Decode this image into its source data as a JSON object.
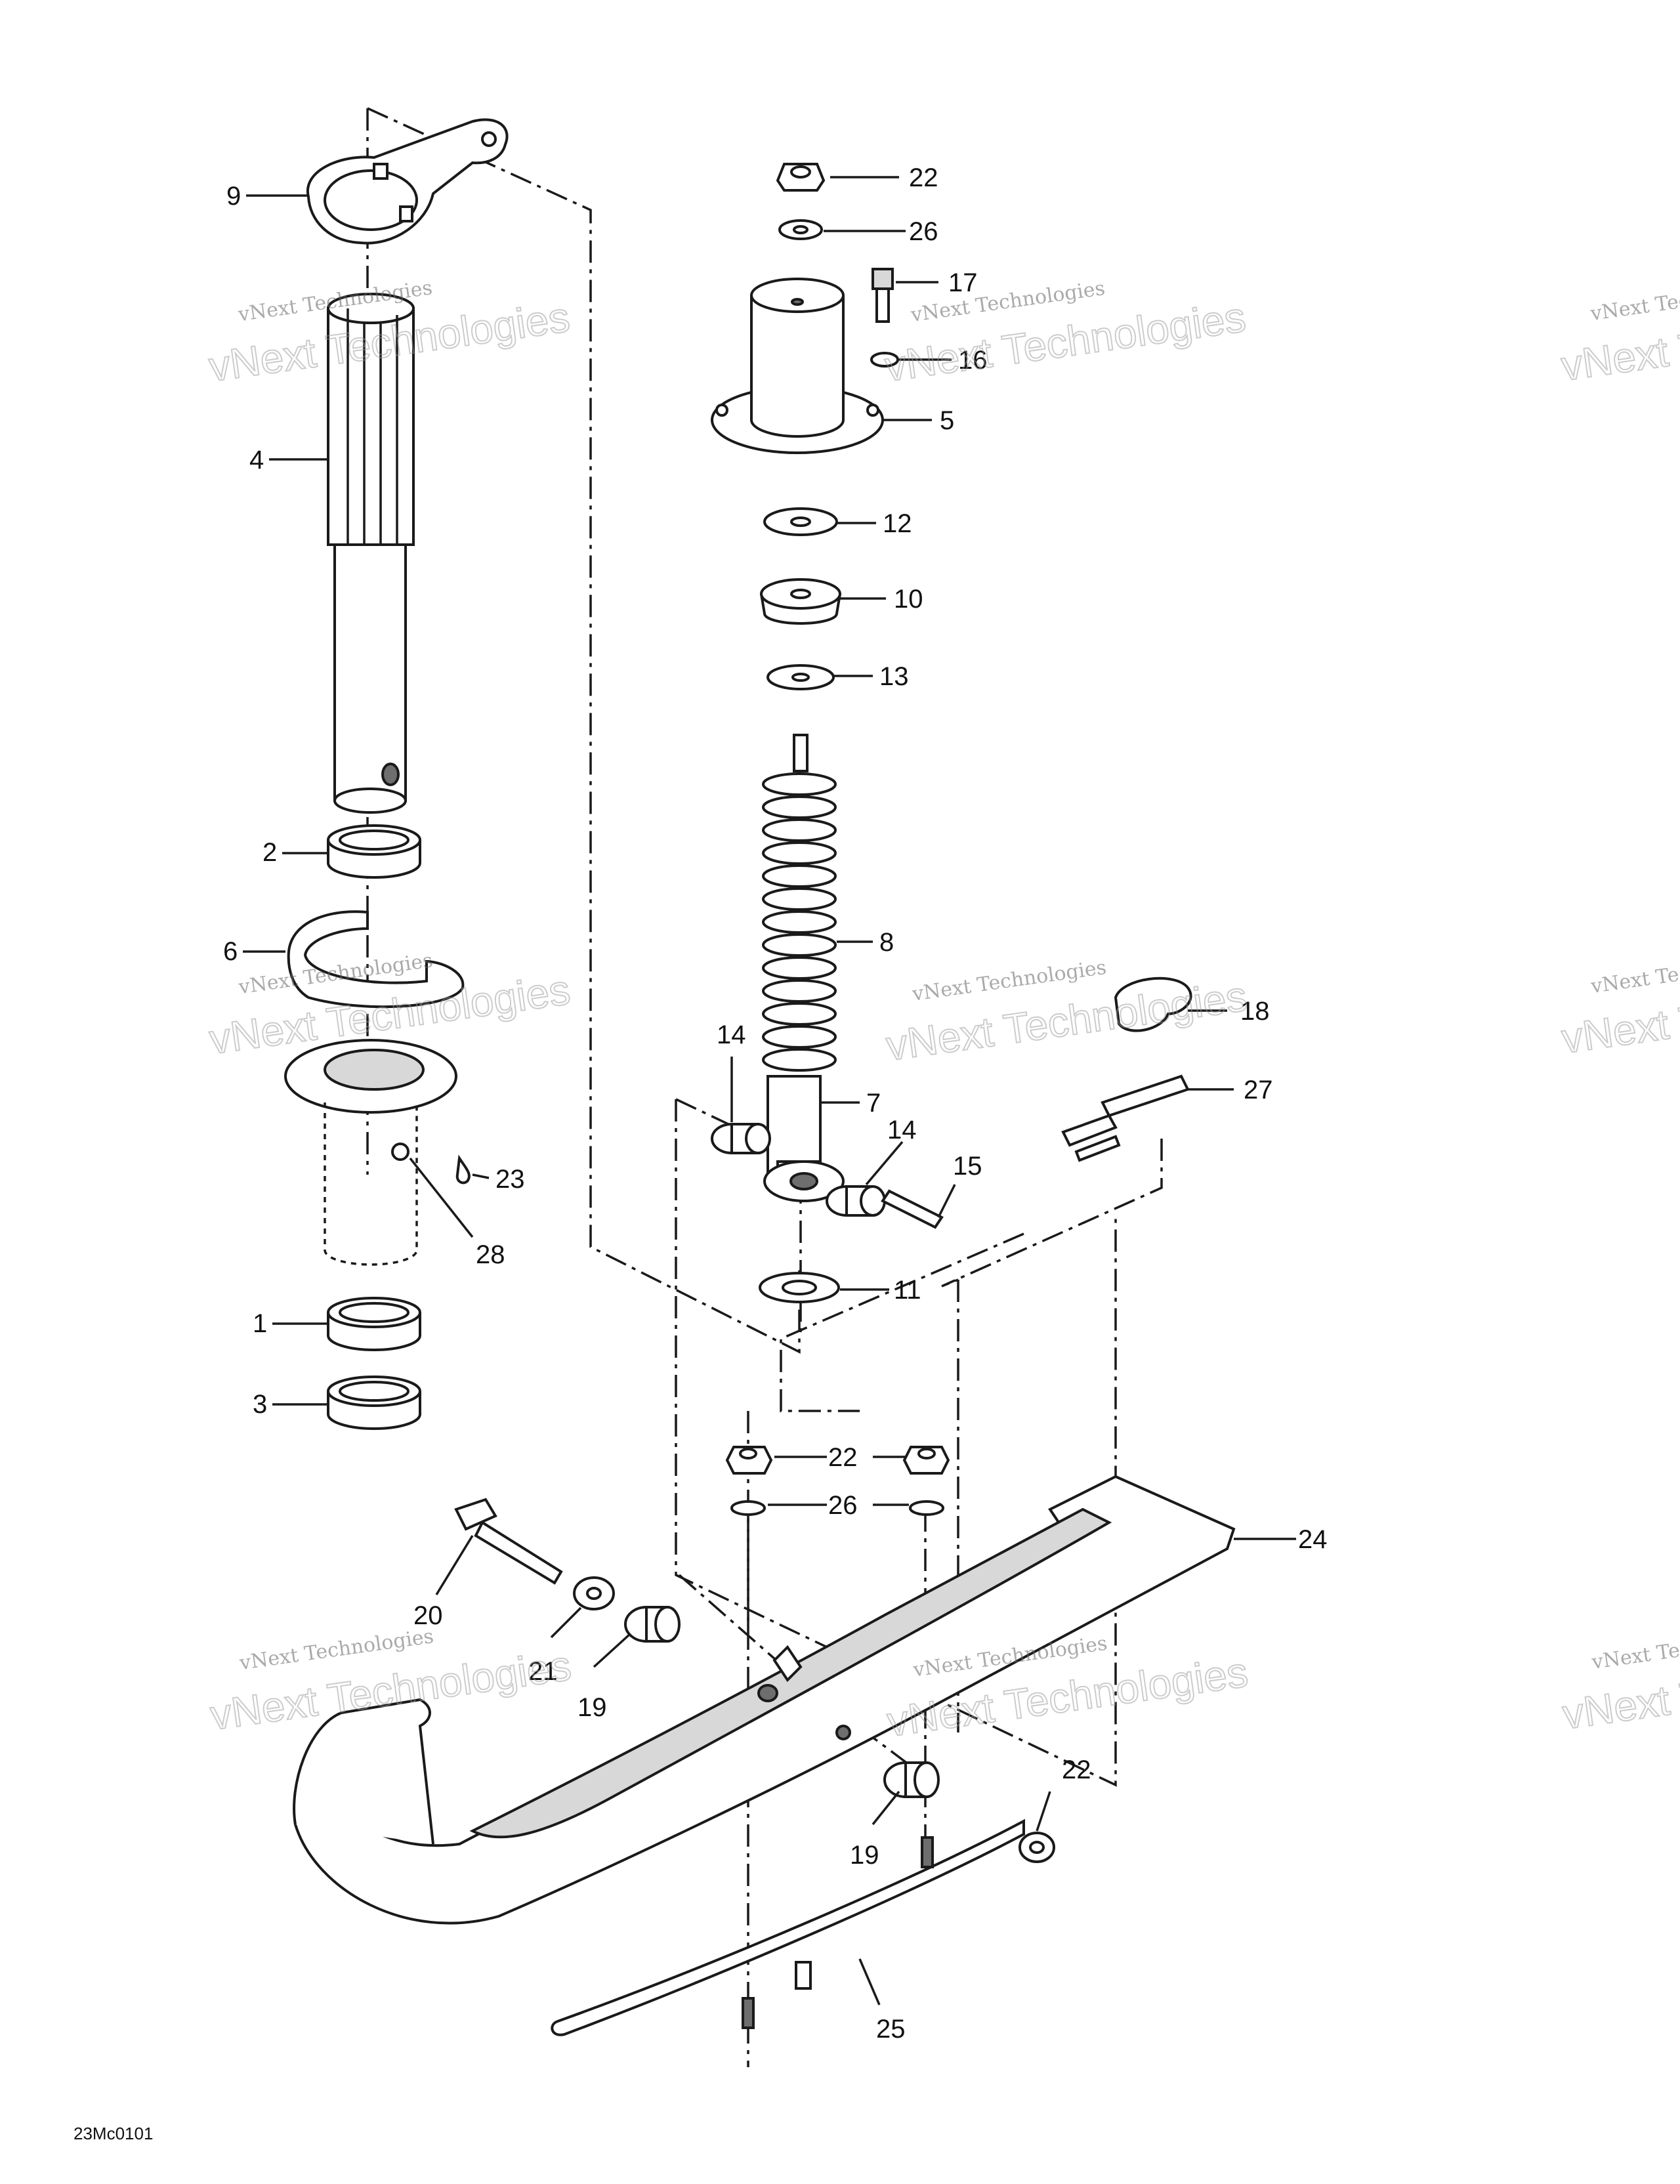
{
  "diagram_code": "23Mc0101",
  "watermark": {
    "line1": "vNext Technologies",
    "line2": "vNext Technologies"
  },
  "callouts": [
    "1",
    "2",
    "3",
    "4",
    "5",
    "6",
    "7",
    "8",
    "9",
    "10",
    "11",
    "12",
    "13",
    "14",
    "14",
    "15",
    "16",
    "17",
    "18",
    "19",
    "19",
    "20",
    "21",
    "22",
    "22",
    "22",
    "22",
    "23",
    "24",
    "25",
    "26",
    "26",
    "26",
    "27",
    "28"
  ]
}
